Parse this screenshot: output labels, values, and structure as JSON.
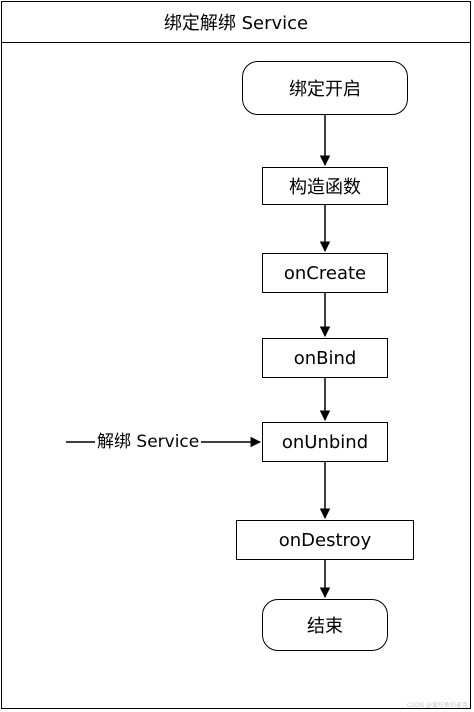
{
  "title": "绑定解绑 Service",
  "nodes": {
    "start": "绑定开启",
    "constructor": "构造函数",
    "on_create": "onCreate",
    "on_bind": "onBind",
    "on_unbind": "onUnbind",
    "on_destroy": "onDestroy",
    "end": "结束"
  },
  "side_input_label": "解绑 Service",
  "watermark": "CSDN @爱吃鱼的麦克"
}
